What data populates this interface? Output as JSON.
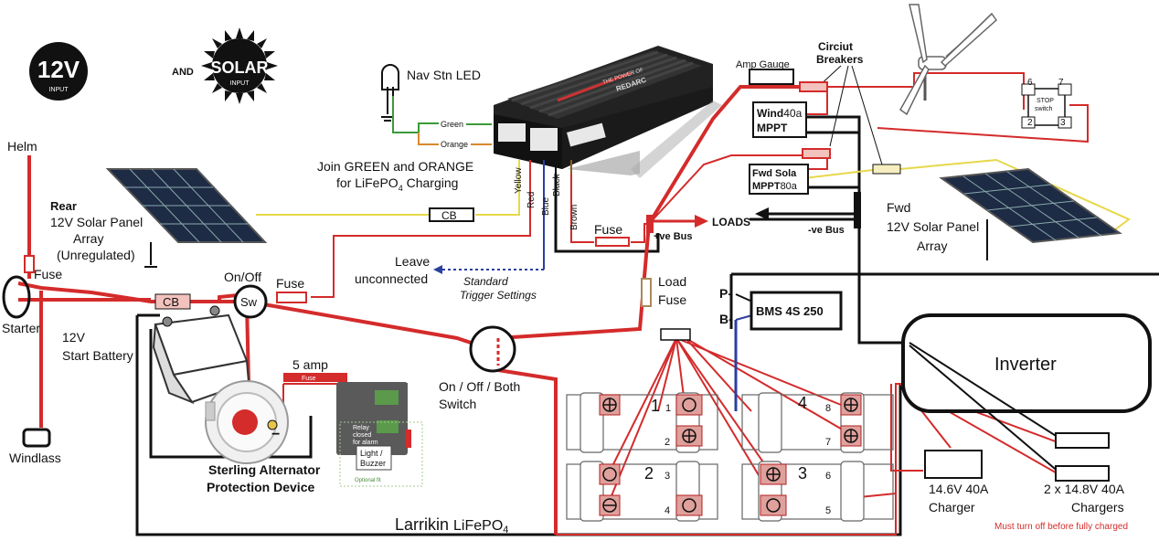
{
  "badges": {
    "v12": "12V",
    "v12_sub": "INPUT",
    "and": "AND",
    "solar": "SOLAR",
    "solar_sub": "INPUT"
  },
  "labels": {
    "helm": "Helm",
    "rear_title": "Rear",
    "rear_line1": "12V Solar Panel",
    "rear_line2": "Array",
    "rear_line3": "(Unregulated)",
    "fuse_left": "Fuse",
    "starter": "Starter",
    "cb_left": "CB",
    "onoff_top": "On/Off",
    "sw": "Sw",
    "fuse_mid": "Fuse",
    "start_batt_1": "12V",
    "start_batt_2": "Start Battery",
    "windlass": "Windlass",
    "five_amp": "5 amp",
    "fuse_small": "Fuse",
    "relay_1": "Relay",
    "relay_2": "closed",
    "relay_3": "for alarm",
    "light_1": "Light /",
    "light_2": "Buzzer",
    "optional": "Optional fit",
    "sterling_1": "Sterling Alternator",
    "sterling_2": "Protection Device",
    "nav_led": "Nav Stn LED",
    "green": "Green",
    "orange": "Orange",
    "join_1": "Join GREEN and ORANGE",
    "join_2": "for LiFePO",
    "join_sub": "4",
    "join_3": " Charging",
    "wire_yellow": "Yellow",
    "wire_red": "Red",
    "wire_blue": "Blue",
    "wire_black": "Black",
    "wire_brown": "Brown",
    "cb_mid": "CB",
    "leave_1": "Leave",
    "leave_2": "unconnected",
    "standard_1": "Standard",
    "standard_2": "Trigger Settings",
    "fuse_bus": "Fuse",
    "pos_bus": "+ve Bus",
    "loads": "LOADS",
    "neg_bus": "-ve Bus",
    "load_fuse_1": "Load",
    "load_fuse_2": "Fuse",
    "onoffboth_1": "On / Off / Both",
    "onoffboth_2": "Switch",
    "amp_gauge": "Amp Gauge",
    "cb_title_1": "Circiut",
    "cb_title_2": "Breakers",
    "wind_1": "Wind",
    "wind_1b": "40a",
    "wind_2": "MPPT",
    "fwd_solar_1": "Fwd Sola",
    "fwd_solar_2": "MPPT",
    "fwd_solar_2b": "80a",
    "fwd_title": "Fwd",
    "fwd_line1": "12V Solar Panel",
    "fwd_line2": "Array",
    "stop_6": "6",
    "stop_7": "7",
    "stop_2": "2",
    "stop_3": "3",
    "stop_1": "STOP",
    "stop_2t": "switch",
    "p_minus": "P-",
    "b_minus": "B-",
    "bms": "BMS 4S 250",
    "inverter": "Inverter",
    "charger_1": "14.6V 40A",
    "charger_2": "Charger",
    "chargers_1": "2 x 14.8V 40A",
    "chargers_2": "Chargers",
    "must_turn_off": "Must turn off before fully charged",
    "larrikin": "Larrikin ",
    "lifepo": "LiFePO",
    "lifepo_sub": "4",
    "cell_1": "1",
    "cell_1s": "1",
    "cell_2": "2",
    "cell_2s": "2",
    "cell_3s": "3",
    "cell_4s": "4",
    "cell_3": "3",
    "cell_6s": "6",
    "cell_5s": "5",
    "cell_4": "4",
    "cell_8s": "8",
    "cell_7s": "7",
    "redarc_1": "THE POWER OF",
    "redarc_2": "REDARC"
  },
  "colors": {
    "red": "#d42b2b",
    "black": "#111111",
    "yellow": "#e6d84a",
    "blue": "#2b3f9e",
    "cellred": "#e0a09c",
    "darkred": "#b22020"
  }
}
